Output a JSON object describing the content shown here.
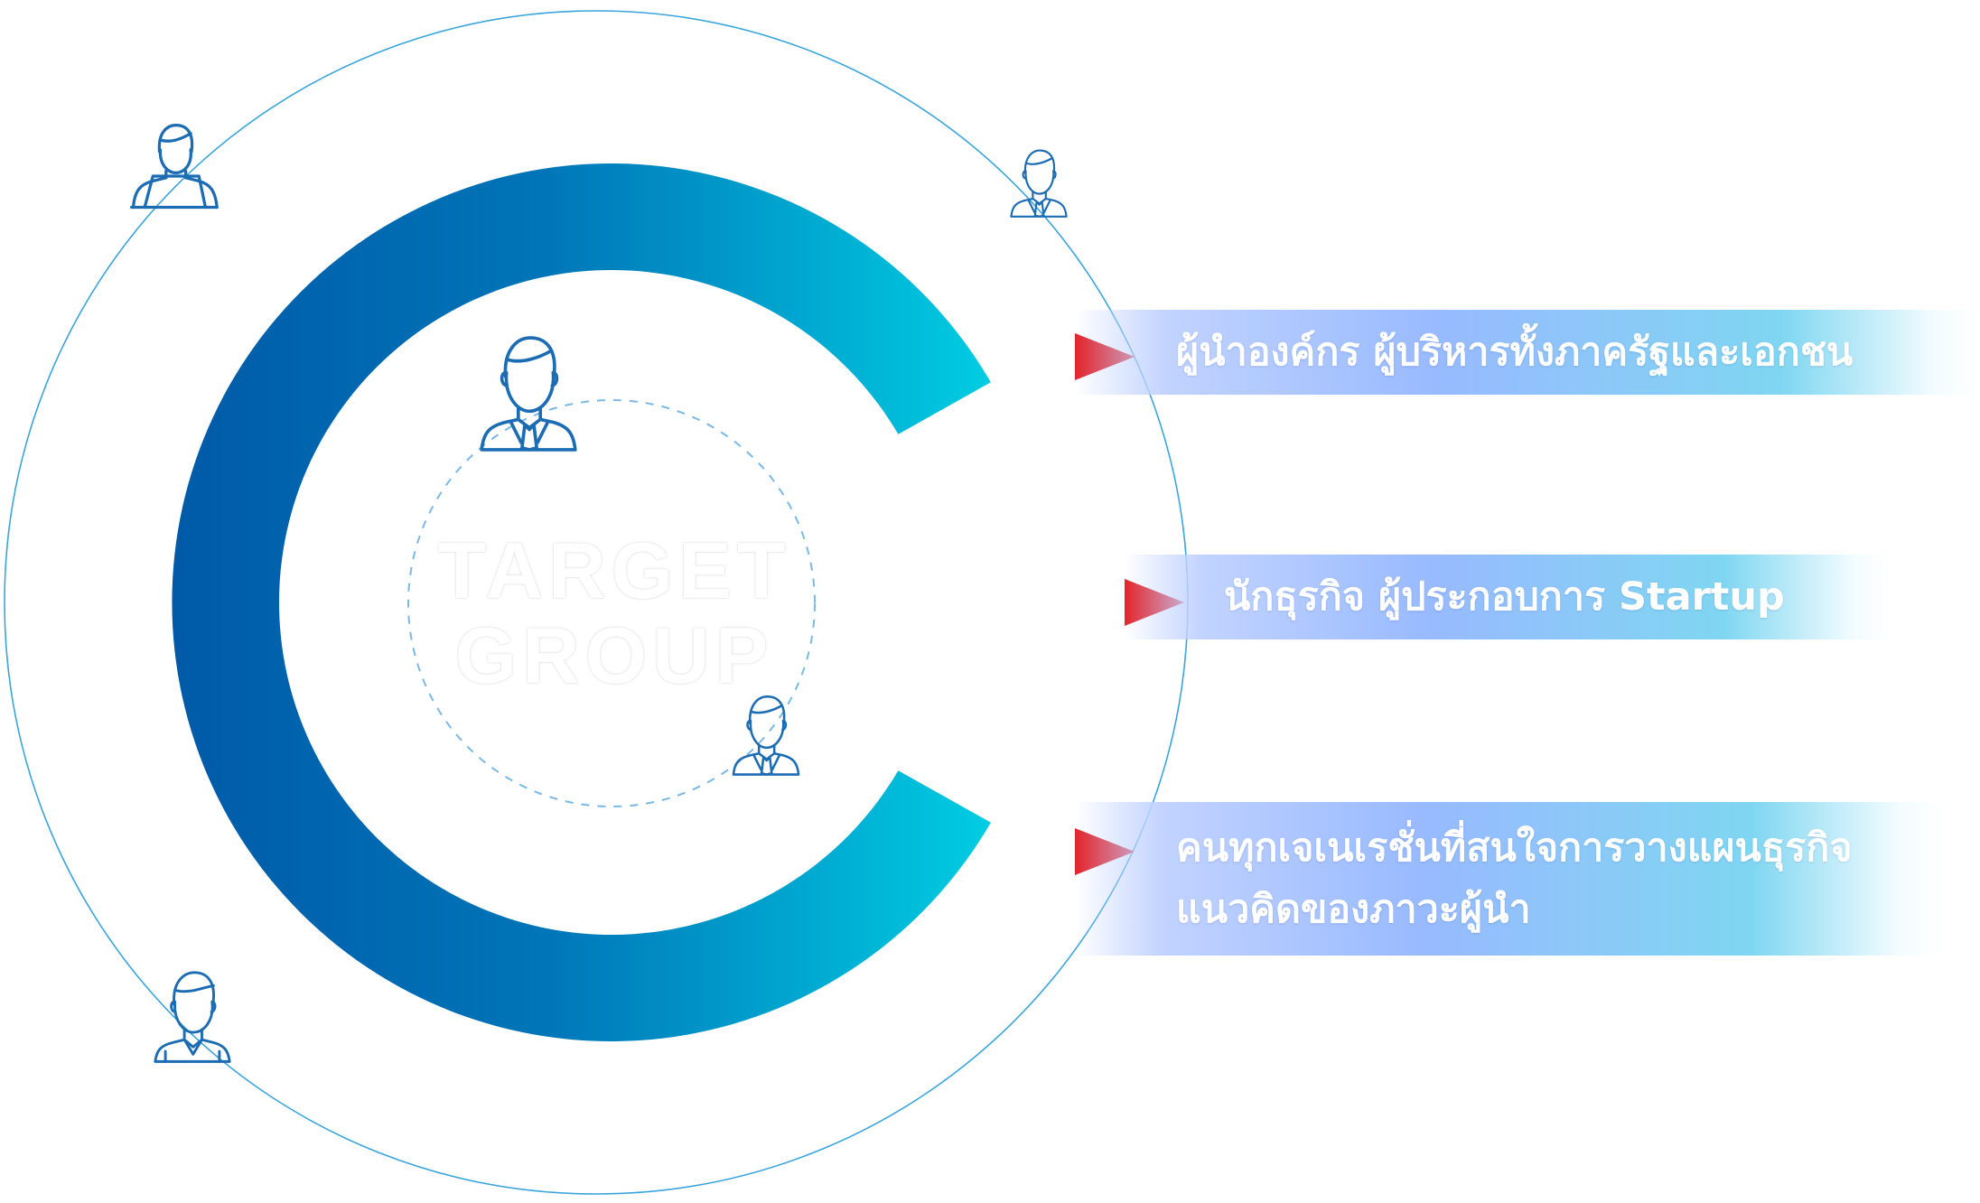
{
  "center_title": {
    "line1": "TARGET",
    "line2": "GROUP"
  },
  "targets": [
    {
      "lines": [
        "ผู้นำองค์กร ผู้บริหารทั้งภาครัฐและเอกชน"
      ]
    },
    {
      "lines": [
        "นักธุรกิจ ผู้ประกอบการ Startup"
      ]
    },
    {
      "lines": [
        "คนทุกเจเนเรชั่นที่สนใจการวางแผนธุรกิจ",
        "แนวคิดของภาวะผู้นำ"
      ]
    }
  ],
  "icons": [
    "laptop-user-icon",
    "businessman-icon",
    "businessman-icon",
    "businessman-icon",
    "person-icon"
  ],
  "colors": {
    "ring_start": "#005aa8",
    "ring_end": "#00cde2",
    "outer_circle": "#3aa5dc",
    "dashed_circle": "#7ab8e6",
    "icon_stroke": "#1c6cb4",
    "arrow": "#e3242b",
    "text": "#ffffff"
  }
}
